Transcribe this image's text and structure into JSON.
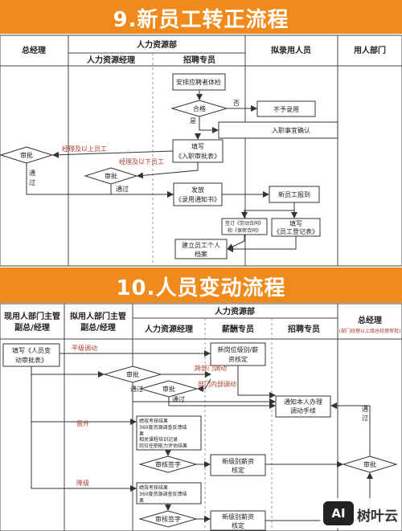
{
  "section1": {
    "title": "9.新员工转正流程",
    "lanes": {
      "gm": "总经理",
      "hr": "人力资源部",
      "hr_manager": "人力资源经理",
      "recruiter": "招聘专员",
      "new_hire": "拟录用人员",
      "dept": "用人部门"
    },
    "boxes": {
      "arrange_exam": "安排应聘者体检",
      "qualified": "合格",
      "reject": "不予录用",
      "confirm_onboard": "入职事宜确认",
      "fill_approval_1": "填写",
      "fill_approval_2": "《入职审批表》",
      "gm_approve": "审批",
      "hr_approve": "审批",
      "send_offer_1": "发放",
      "send_offer_2": "《录用通知书》",
      "receive_offer": "新员工报到",
      "sign_contract_1": "签订《劳动合同》",
      "sign_contract_2": "和《保密合同》",
      "fill_register_1": "填写",
      "fill_register_2": "《员工登记表》",
      "archive_1": "建立员工个人",
      "archive_2": "档案"
    },
    "labels": {
      "no": "否",
      "yes": "是",
      "above_manager": "经理及以上员工",
      "below_manager": "经理及以下员工",
      "pass1": "通",
      "pass2": "过",
      "pass": "通过"
    }
  },
  "section2": {
    "title": "10.人员变动流程",
    "lanes": {
      "current_dept_1": "现用人部门主管",
      "current_dept_2": "副总/经理",
      "target_dept_1": "拟用人部门主管",
      "target_dept_2": "副总/经理",
      "hr": "人力资源部",
      "hr_manager": "人力资源经理",
      "payroll": "薪酬专员",
      "recruiter": "招聘专员",
      "gm": "总经理",
      "gm_note": "(部门经理以上级总经理审批)"
    },
    "boxes": {
      "fill_form_1": "填写《人员变",
      "fill_form_2": "动审批表》",
      "new_salary_1": "新岗位级别/薪",
      "new_salary_2": "资核定",
      "approve_a": "审批",
      "approve_b": "审批",
      "notify_1": "通知本人办理",
      "notify_2": "调动手续",
      "perf_up_1": "绩效考核结果",
      "perf_up_2": "360度资源调查反馈结",
      "perf_up_3": "果",
      "perf_up_4": "相关课程培训记录",
      "perf_up_5": "岗位任职能力评估结果",
      "sign_up": "审核签字",
      "salary_up_1": "新级别薪资",
      "salary_up_2": "核定",
      "gm_approve": "审批",
      "perf_down_1": "绩效考核结果",
      "perf_down_2": "360度资源调查反馈结",
      "perf_down_3": "果",
      "sign_down": "审核签字",
      "salary_down_1": "新级别薪资",
      "salary_down_2": "核定"
    },
    "labels": {
      "level_transfer": "平级调动",
      "cross_dept": "跨部门调动",
      "intra_dept": "部门内部调动",
      "pass": "通过",
      "pass1": "通",
      "pass2": "过",
      "promote": "晋升",
      "demote": "降级"
    }
  },
  "watermark": {
    "logo": "AI",
    "text": "树叶云"
  },
  "colors": {
    "banner": "#f08a1c",
    "red_label": "#b03a2e",
    "line": "#333333"
  }
}
